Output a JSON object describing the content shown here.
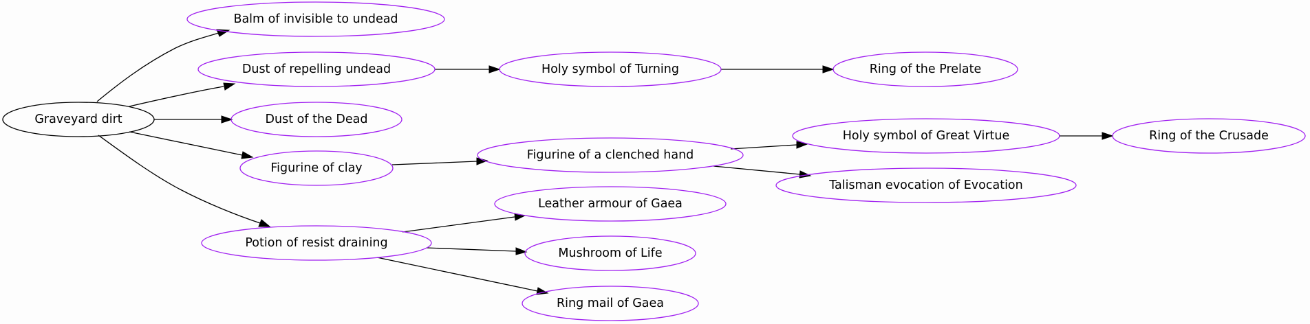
{
  "colors": {
    "background": "#fdfdfd",
    "root_stroke": "#000000",
    "node_stroke": "#a020f0",
    "edge": "#000000"
  },
  "graph": {
    "nodes": {
      "graveyard_dirt": "Graveyard dirt",
      "balm": "Balm of invisible to undead",
      "dust_repelling": "Dust of repelling undead",
      "dust_dead": "Dust of the Dead",
      "figurine_clay": "Figurine of clay",
      "potion_resist": "Potion of resist draining",
      "holy_turning": "Holy symbol of Turning",
      "ring_prelate": "Ring of the Prelate",
      "figurine_hand": "Figurine of a clenched hand",
      "holy_virtue": "Holy symbol of Great Virtue",
      "ring_crusade": "Ring of the Crusade",
      "talisman_evocation": "Talisman evocation of Evocation",
      "leather_gaea": "Leather armour of Gaea",
      "mushroom_life": "Mushroom of Life",
      "ringmail_gaea": "Ring mail of Gaea"
    },
    "edges": [
      [
        "graveyard_dirt",
        "balm"
      ],
      [
        "graveyard_dirt",
        "dust_repelling"
      ],
      [
        "graveyard_dirt",
        "dust_dead"
      ],
      [
        "graveyard_dirt",
        "figurine_clay"
      ],
      [
        "graveyard_dirt",
        "potion_resist"
      ],
      [
        "dust_repelling",
        "holy_turning"
      ],
      [
        "holy_turning",
        "ring_prelate"
      ],
      [
        "figurine_clay",
        "figurine_hand"
      ],
      [
        "figurine_hand",
        "holy_virtue"
      ],
      [
        "figurine_hand",
        "talisman_evocation"
      ],
      [
        "holy_virtue",
        "ring_crusade"
      ],
      [
        "potion_resist",
        "leather_gaea"
      ],
      [
        "potion_resist",
        "mushroom_life"
      ],
      [
        "potion_resist",
        "ringmail_gaea"
      ]
    ]
  }
}
